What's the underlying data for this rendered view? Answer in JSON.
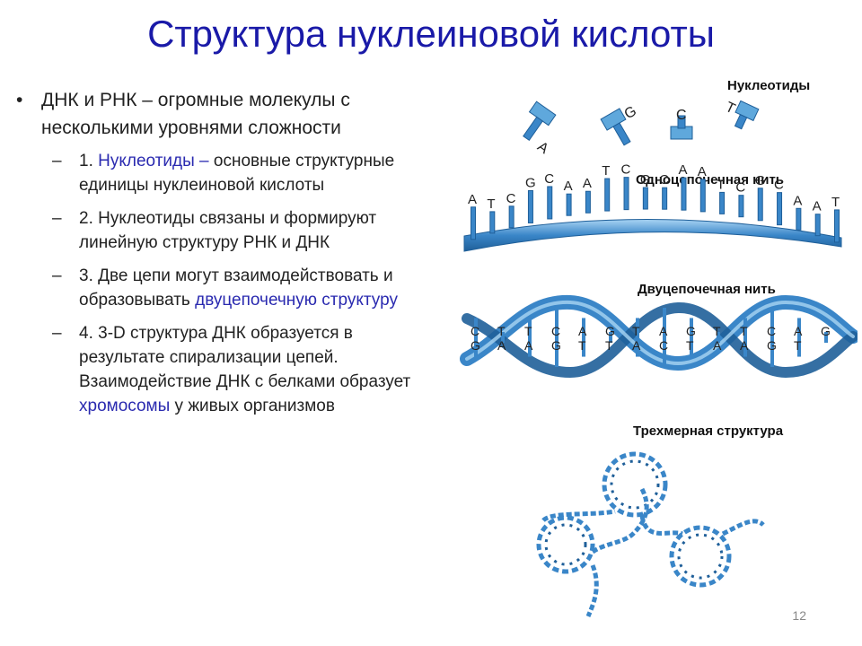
{
  "slide": {
    "title": "Структура нуклеиновой кислоты",
    "page_number": "12"
  },
  "bullets": {
    "main": "ДНК и РНК – огромные молекулы с несколькими уровнями сложности",
    "sub1": {
      "number": "1.",
      "highlight": "Нуклеотиды –",
      "text": "основные структурные единицы нуклеиновой кислоты"
    },
    "sub2": {
      "text": "2.  Нуклеотиды связаны и формируют линейную структуру РНК и ДНК"
    },
    "sub3": {
      "text": "3.  Две цепи могут взаимодействовать и образовывать",
      "highlight": "двуцепочечную структуру"
    },
    "sub4": {
      "text": "4. 3-D структура ДНК образуется в результате спирализации цепей. Взаимодействие ДНК с белками образует",
      "highlight": "хромосомы",
      "tail": "у живых организмов"
    }
  },
  "figure": {
    "labels": {
      "nucleotides": "Нуклеотиды",
      "single_strand": "Одноцепочечная нить",
      "double_strand": "Двуцепочечная нить",
      "three_d": "Трехмерная структура"
    },
    "nucleotide_letters": [
      "A",
      "G",
      "C",
      "T"
    ],
    "single_strand_letters": [
      "A",
      "T",
      "C",
      "G",
      "C",
      "A",
      "A",
      "T",
      "C",
      "G",
      "C",
      "A",
      "A",
      "T",
      "C",
      "G",
      "C",
      "A",
      "A",
      "T"
    ],
    "double_strand_pairs": [
      [
        "C",
        "G"
      ],
      [
        "T",
        "A"
      ],
      [
        "T",
        "A"
      ],
      [
        "C",
        "G"
      ],
      [
        "A",
        "T"
      ],
      [
        "G",
        "T"
      ],
      [
        "T",
        "A"
      ],
      [
        "A",
        "C"
      ],
      [
        "G",
        "T"
      ],
      [
        "T",
        "A"
      ],
      [
        "T",
        "A"
      ],
      [
        "C",
        "G"
      ],
      [
        "A",
        "T"
      ],
      [
        "G",
        ""
      ]
    ],
    "colors": {
      "strand": "#3a86c8",
      "strand_dark": "#1f5f99",
      "strand_light": "#9fcdf0",
      "title": "#1a1aa8"
    }
  }
}
